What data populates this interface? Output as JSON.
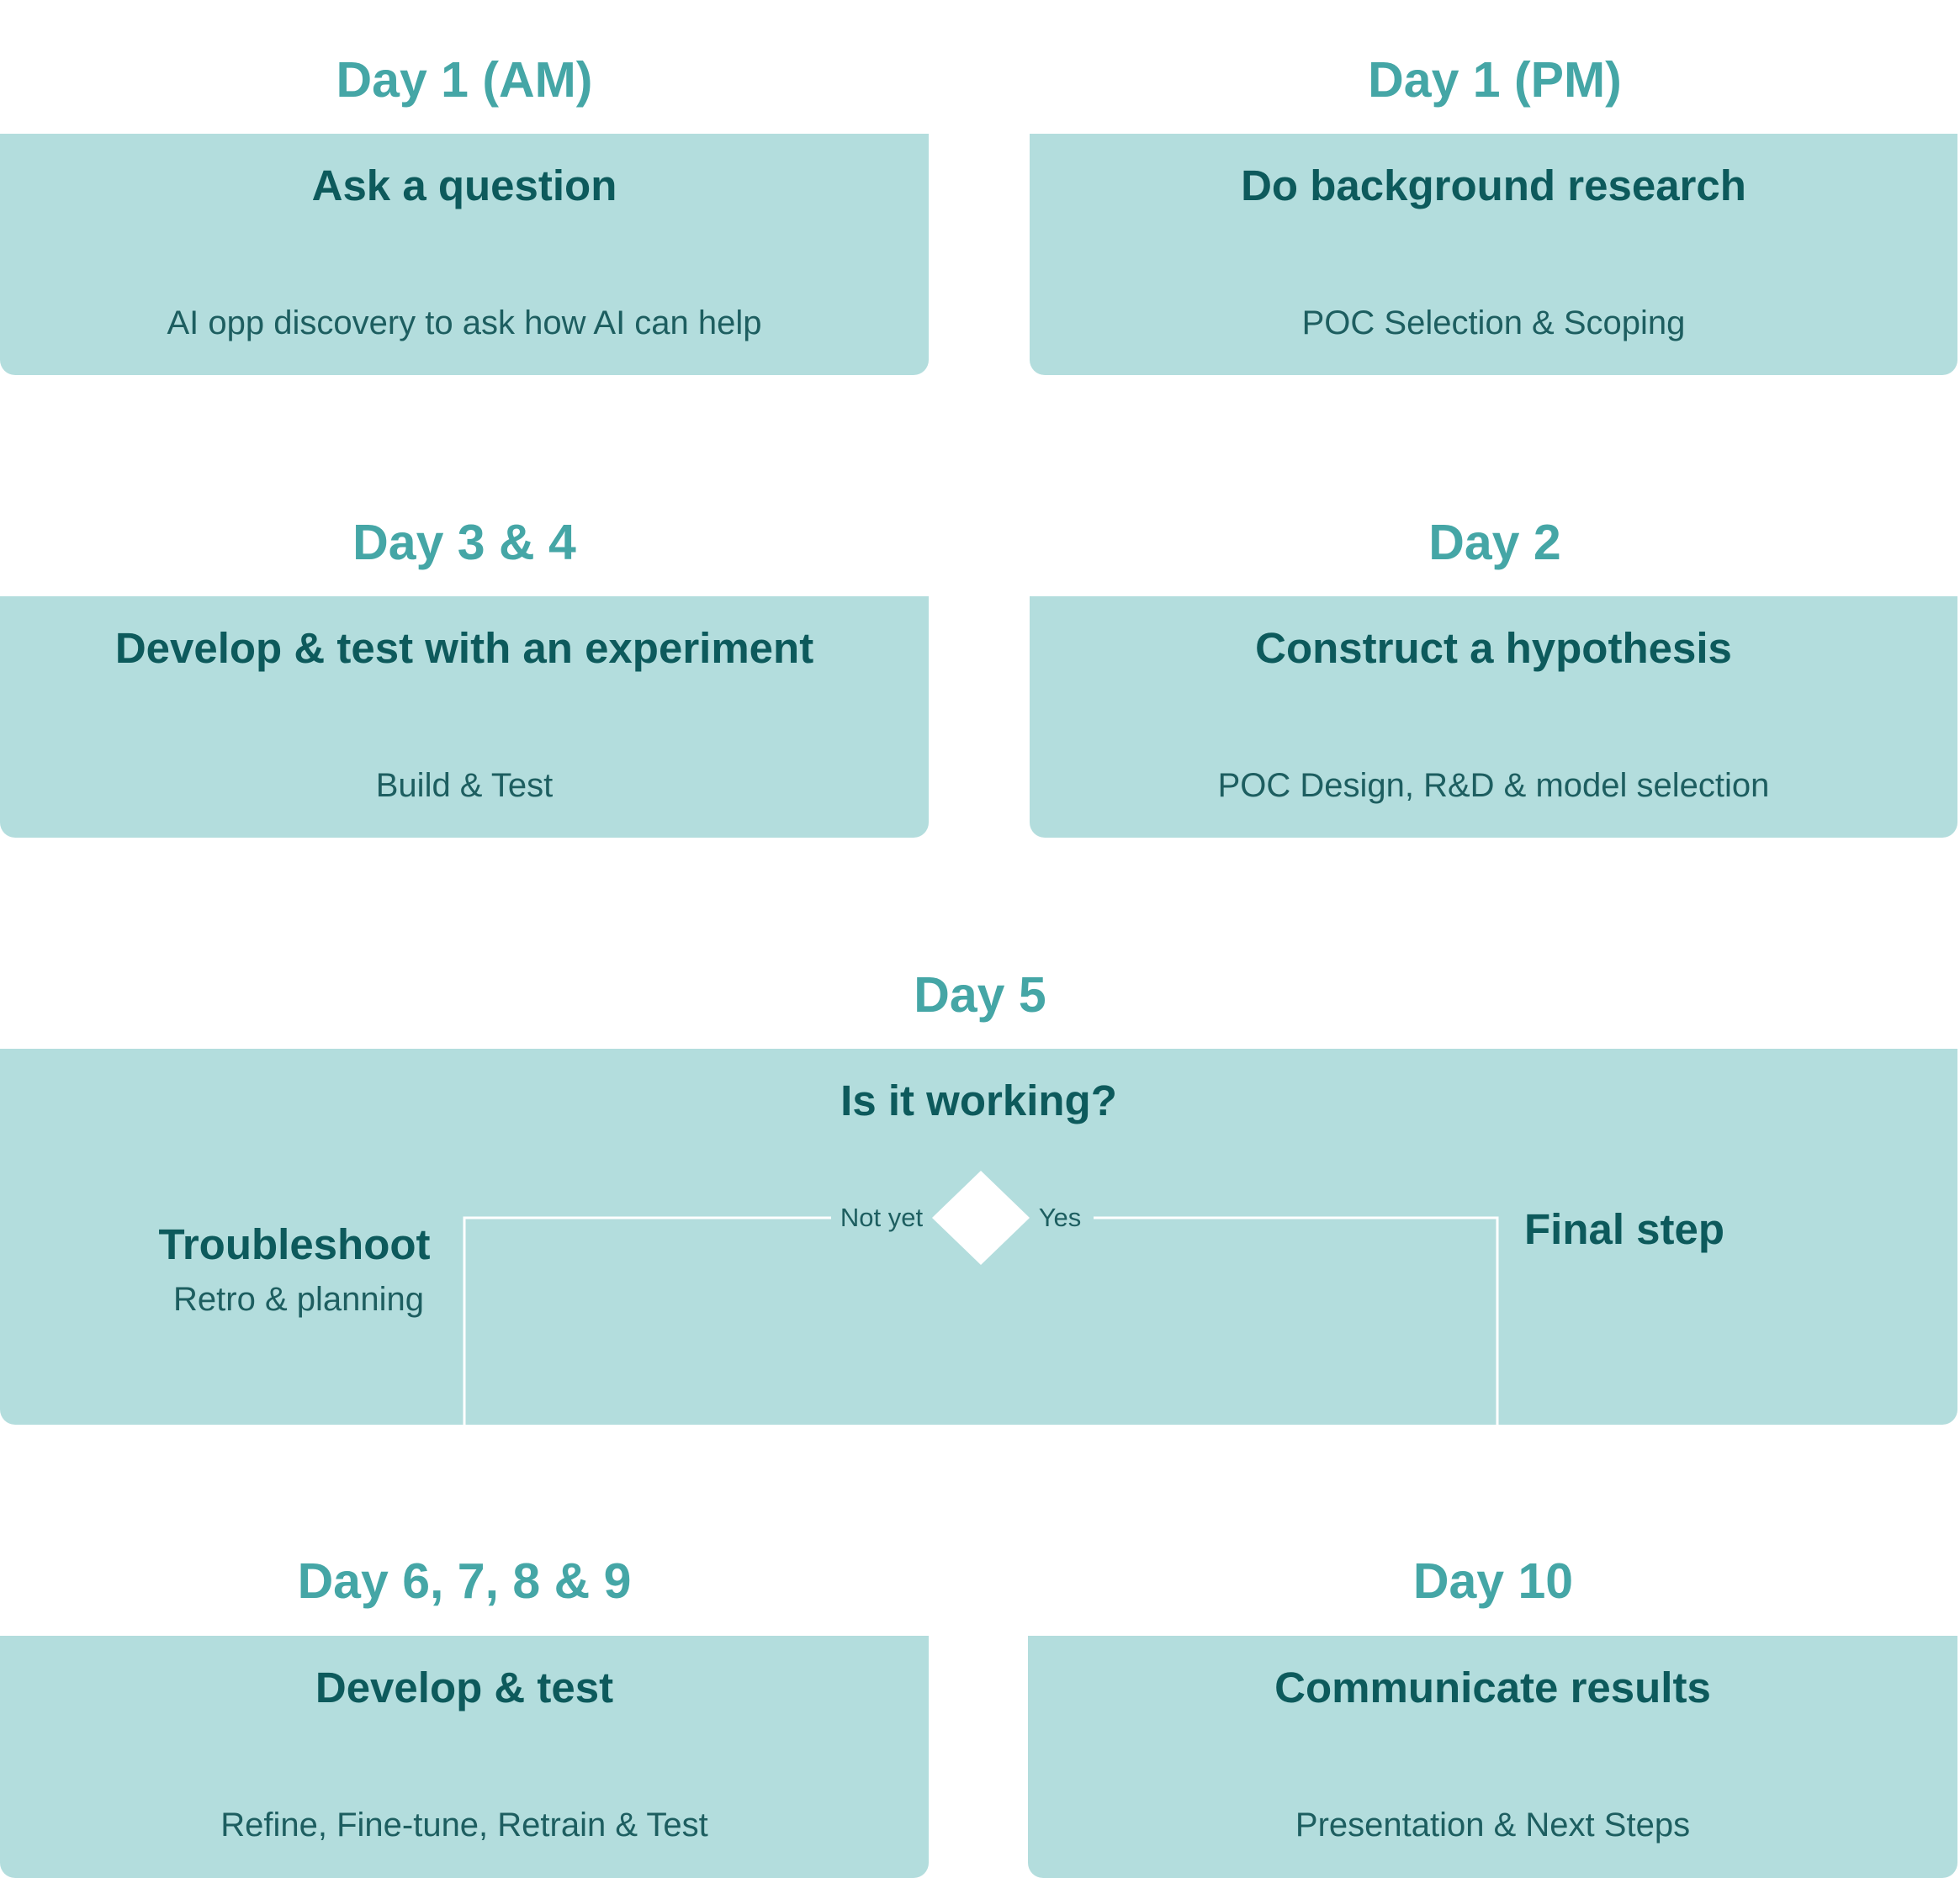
{
  "days": {
    "day1am": "Day 1 (AM)",
    "day1pm": "Day 1 (PM)",
    "day34": "Day 3 & 4",
    "day2": "Day 2",
    "day5": "Day 5",
    "day6789": "Day 6, 7, 8 & 9",
    "day10": "Day 10"
  },
  "cards": {
    "ask": {
      "title": "Ask a question",
      "sub": "AI opp discovery to ask how AI can help"
    },
    "research": {
      "title": "Do background research",
      "sub": "POC Selection & Scoping"
    },
    "develop": {
      "title": "Develop & test with an experiment",
      "sub": "Build & Test"
    },
    "hypothesis": {
      "title": "Construct a hypothesis",
      "sub": "POC Design, R&D & model selection"
    },
    "working": {
      "title": "Is it working?",
      "no_label": "Not yet",
      "yes_label": "Yes",
      "troubleshoot_title": "Troubleshoot",
      "troubleshoot_sub": "Retro & planning",
      "final_title": "Final step"
    },
    "refine": {
      "title": "Develop & test",
      "sub": "Refine, Fine-tune, Retrain & Test"
    },
    "communicate": {
      "title": "Communicate results",
      "sub": "Presentation & Next Steps"
    }
  },
  "colors": {
    "day_label": "#45a6a6",
    "card_bg": "#b3dddd",
    "title_text": "#0d5a5c",
    "sub_text": "#1d5e60",
    "connector": "#ffffff"
  }
}
